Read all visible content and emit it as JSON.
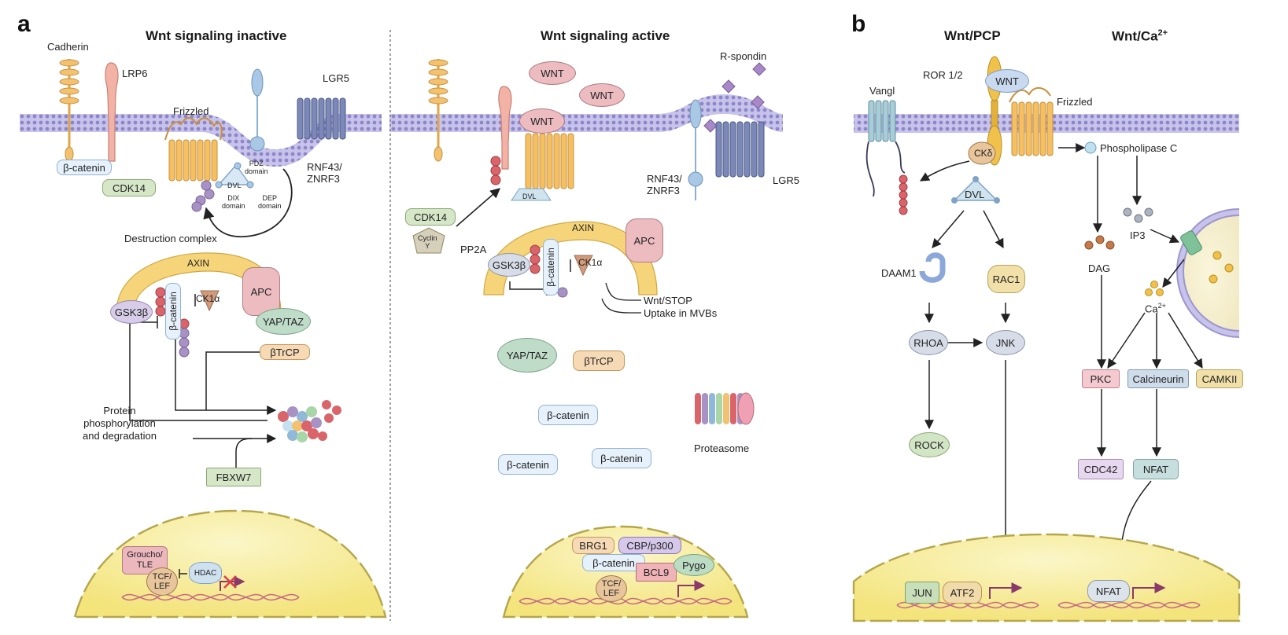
{
  "panels": {
    "a": {
      "letter": "a",
      "inactive": {
        "title": "Wnt signaling inactive",
        "labels": {
          "cadherin": "Cadherin",
          "lrp6": "LRP6",
          "frizzled": "Frizzled",
          "lgr5": "LGR5",
          "rnf43": "RNF43/",
          "znrf3": "ZNRF3",
          "pdz_domain": "PDZ\ndomain",
          "dvl": "DVL",
          "dix_domain": "DIX\ndomain",
          "dep_domain": "DEP\ndomain",
          "destruction_complex": "Destruction complex",
          "axin": "AXIN",
          "protein_phos": "Protein\nphosphorylation\nand degradation"
        },
        "boxes": {
          "beta_catenin_membrane": "β-catenin",
          "cdk14": "CDK14",
          "gsk3b": "GSK3β",
          "beta_catenin_vertical": "β-catenin",
          "ck1a": "CK1α",
          "apc": "APC",
          "yap_taz": "YAP/TAZ",
          "btrcp": "βTrCP",
          "fbxw7": "FBXW7",
          "groucho": "Groucho/",
          "tle": "TLE",
          "tcf": "TCF/",
          "lef": "LEF",
          "hdac": "HDAC"
        }
      },
      "active": {
        "title": "Wnt signaling active",
        "labels": {
          "r_spondin": "R-spondin",
          "rnf43": "RNF43/",
          "znrf3": "ZNRF3",
          "lgr5": "LGR5",
          "dvl": "DVL",
          "axin": "AXIN",
          "pp2a": "PP2A",
          "wnt_stop": "Wnt/STOP",
          "uptake": "Uptake in MVBs",
          "proteasome": "Proteasome",
          "cyclin": "Cyclin\nY"
        },
        "boxes": {
          "wnt1": "WNT",
          "wnt2": "WNT",
          "wnt3": "WNT",
          "cdk14": "CDK14",
          "apc": "APC",
          "gsk3b": "GSK3β",
          "beta_catenin_vertical": "β-catenin",
          "ck1a": "CK1α",
          "yap_taz": "YAP/TAZ",
          "btrcp": "βTrCP",
          "beta_catenin_1": "β-catenin",
          "beta_catenin_2": "β-catenin",
          "beta_catenin_3": "β-catenin",
          "brg1": "BRG1",
          "cbp": "CBP/p300",
          "beta_catenin_nuc": "β-catenin",
          "bcl9": "BCL9",
          "pygo": "Pygo",
          "tcf": "TCF/",
          "lef": "LEF"
        }
      }
    },
    "b": {
      "letter": "b",
      "pcp": {
        "title": "Wnt/PCP",
        "labels": {
          "ror": "ROR 1/2",
          "vangl": "Vangl",
          "ckd": "CKδ",
          "dvl": "DVL",
          "daam1": "DAAM1",
          "wnt": "WNT"
        },
        "boxes": {
          "rac1": "RAC1",
          "rhoa": "RHOA",
          "jnk": "JNK",
          "rock": "ROCK",
          "jun": "JUN",
          "atf2": "ATF2"
        }
      },
      "ca": {
        "title_main": "Wnt/Ca",
        "title_sup": "2+",
        "labels": {
          "frizzled": "Frizzled",
          "plc": "Phospholipase C",
          "ip3": "IP3",
          "dag": "DAG",
          "ca_main": "Ca",
          "ca_sup": "2+"
        },
        "boxes": {
          "pkc": "PKC",
          "calcineurin": "Calcineurin",
          "camkii": "CAMKII",
          "cdc42": "CDC42",
          "nfat": "NFAT",
          "nfat_nuc": "NFAT"
        }
      }
    }
  },
  "colors": {
    "membrane": "#b6b2e0",
    "membrane_dot": "#8d87c9",
    "frizzled": "#f0b65a",
    "nucleus": "#f7ef9f",
    "phospho": "#d9656b",
    "ubiquitin": "#a892c4",
    "arrow": "#222222"
  }
}
